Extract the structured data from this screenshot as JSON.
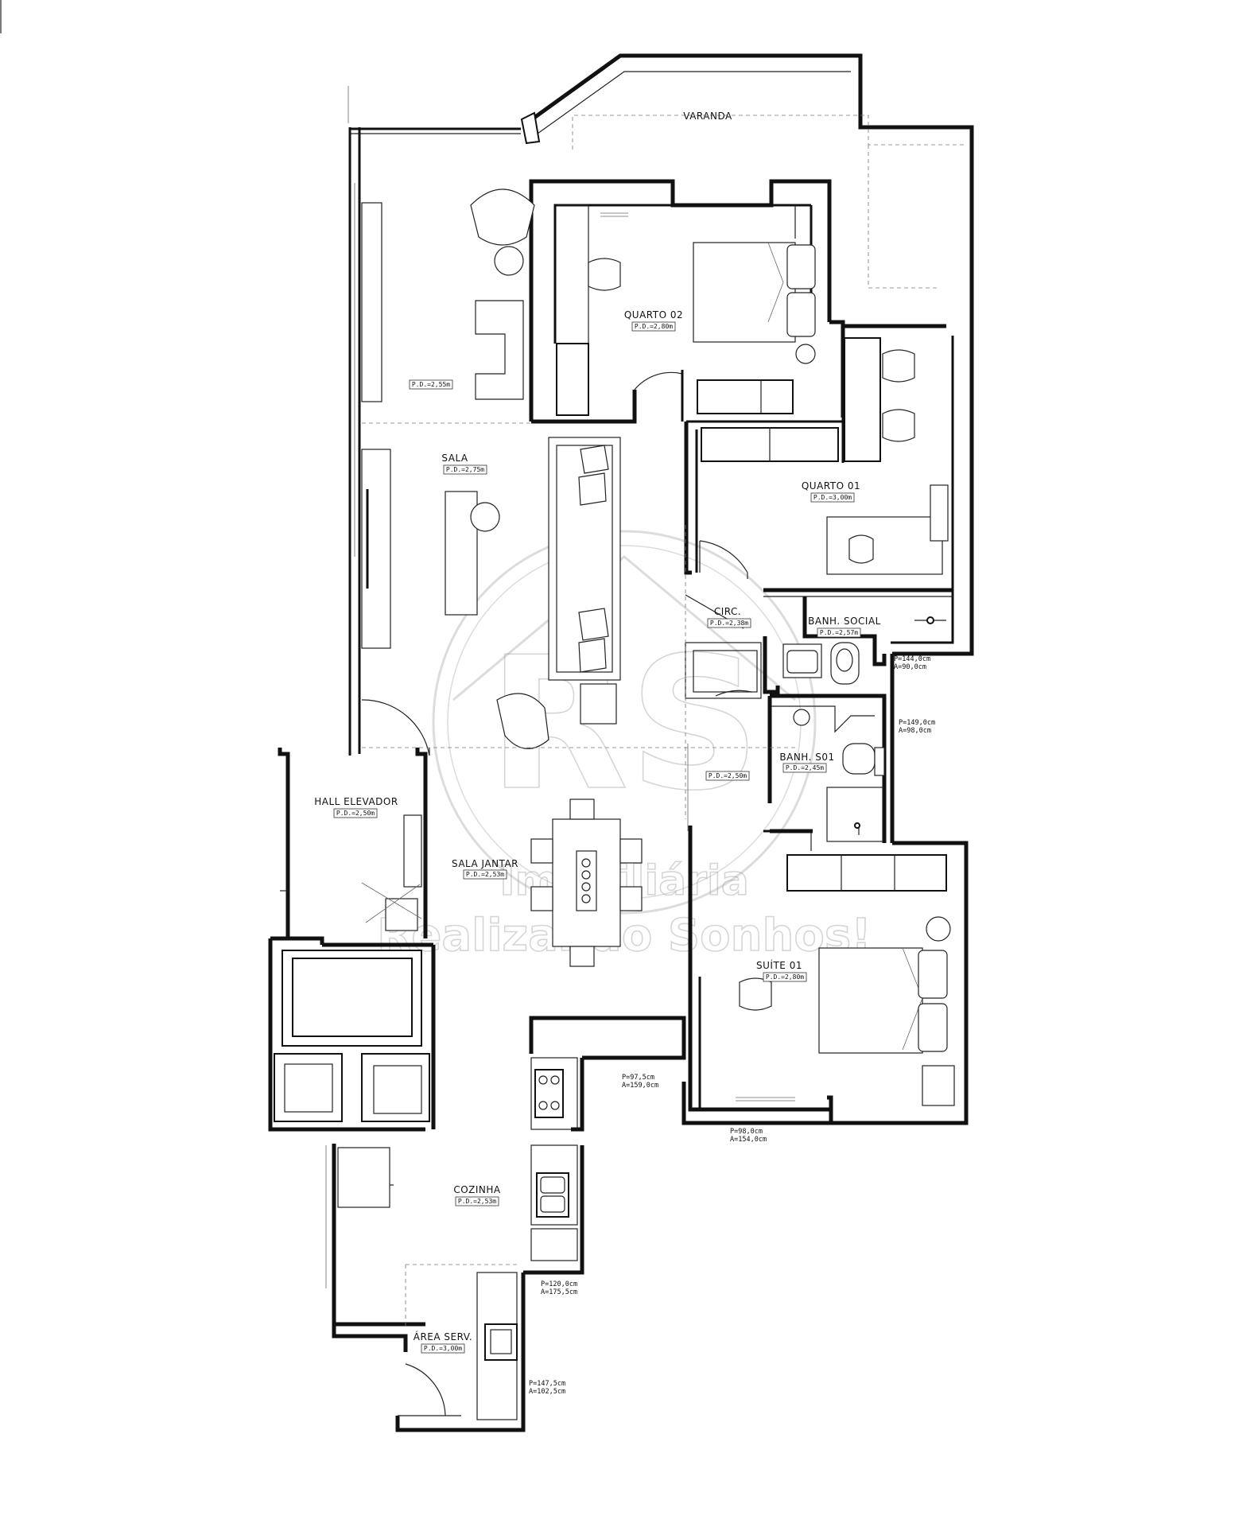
{
  "rooms": {
    "varanda": {
      "name": "VARANDA"
    },
    "quarto02": {
      "name": "QUARTO 02",
      "pd": "P.D.=2,80m"
    },
    "sala_pd_top": {
      "pd": "P.D.=2,55m"
    },
    "sala": {
      "name": "SALA",
      "pd": "P.D.=2,75m"
    },
    "quarto01": {
      "name": "QUARTO 01",
      "pd": "P.D.=3,00m"
    },
    "circ": {
      "name": "CIRC.",
      "pd": "P.D.=2,38m"
    },
    "banh_social": {
      "name": "BANH. SOCIAL",
      "pd": "P.D.=2,57m"
    },
    "banh_s01": {
      "name": "BANH. S01",
      "pd": "P.D.=2,45m"
    },
    "hall_pd": {
      "pd": "P.D.=2,50m"
    },
    "hall_elevador": {
      "name": "HALL ELEVADOR",
      "pd": "P.D.=2,50m"
    },
    "sala_jantar": {
      "name": "SALA JANTAR",
      "pd": "P.D.=2,53m"
    },
    "suite01": {
      "name": "SUÍTE 01",
      "pd": "P.D.=2,80m"
    },
    "cozinha": {
      "name": "COZINHA",
      "pd": "P.D.=2,53m"
    },
    "area_serv": {
      "name": "ÁREA SERV.",
      "pd": "P.D.=3,00m"
    }
  },
  "dimensions": {
    "d1": {
      "p": "P=144,0cm",
      "a": "A=90,0cm"
    },
    "d2": {
      "p": "P=149,0cm",
      "a": "A=98,0cm"
    },
    "d3": {
      "p": "P=97,5cm",
      "a": "A=159,0cm"
    },
    "d4": {
      "p": "P=98,0cm",
      "a": "A=154,0cm"
    },
    "d5": {
      "p": "P=120,0cm",
      "a": "A=175,5cm"
    },
    "d6": {
      "p": "P=147,5cm",
      "a": "A=102,5cm"
    }
  },
  "watermark": {
    "monogram": "RS",
    "line1": "Imobiliária",
    "line2": "Realizando Sonhos!"
  }
}
